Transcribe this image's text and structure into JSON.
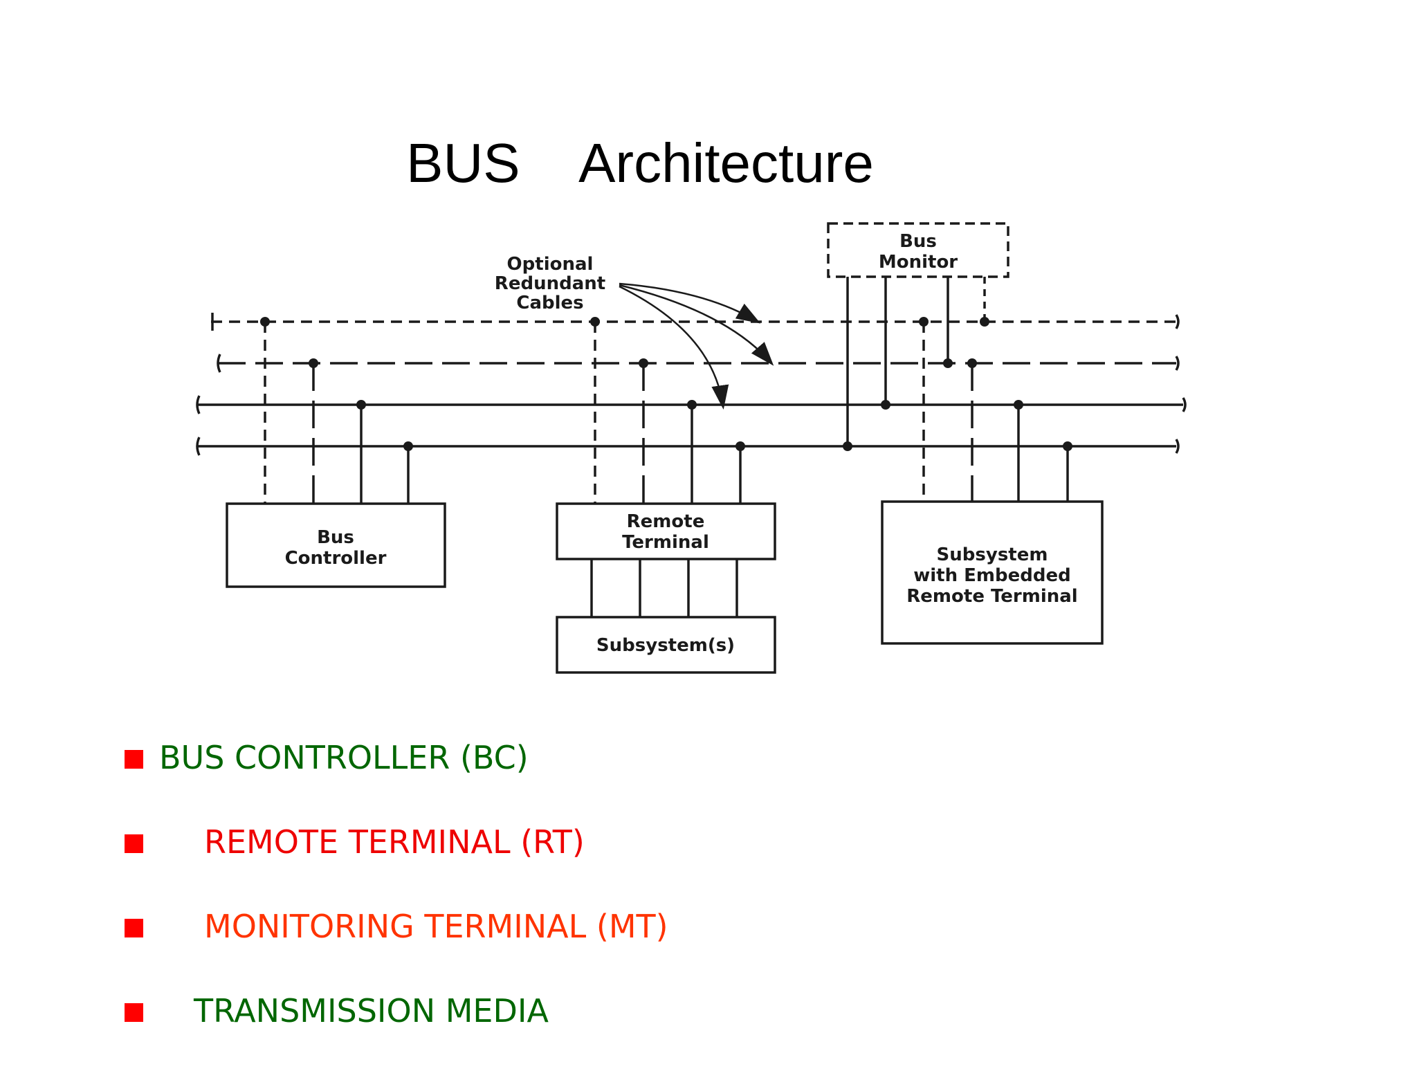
{
  "title": "BUS    Architecture",
  "diagram": {
    "label_cables": [
      "Optional",
      "Redundant",
      "Cables"
    ],
    "bus_monitor": [
      "Bus",
      "Monitor"
    ],
    "bus_controller": [
      "Bus",
      "Controller"
    ],
    "remote_terminal": [
      "Remote",
      "Terminal"
    ],
    "subsystems": "Subsystem(s)",
    "embedded": [
      "Subsystem",
      "with Embedded",
      "Remote Terminal"
    ]
  },
  "bullets": [
    {
      "text": "BUS CONTROLLER (BC)",
      "color": "#006600"
    },
    {
      "text": "REMOTE TERMINAL (RT)",
      "color": "#ee0000"
    },
    {
      "text": "MONITORING TERMINAL (MT)",
      "color": "#ff3300"
    },
    {
      "text": "TRANSMISSION MEDIA",
      "color": "#006600"
    }
  ]
}
